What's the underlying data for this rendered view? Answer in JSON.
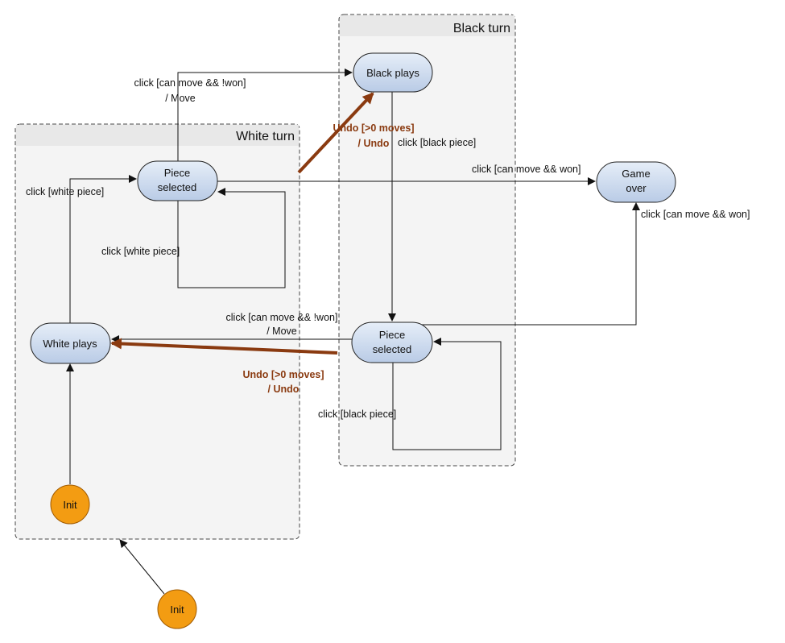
{
  "regions": {
    "white_turn": {
      "title": "White turn"
    },
    "black_turn": {
      "title": "Black turn"
    }
  },
  "states": {
    "black_plays": "Black plays",
    "white_piece_selected": [
      "Piece",
      "selected"
    ],
    "black_piece_selected": [
      "Piece",
      "selected"
    ],
    "white_plays": "White plays",
    "game_over": [
      "Game",
      "over"
    ],
    "init_inner": "Init",
    "init_outer": "Init"
  },
  "transitions": {
    "white_move": [
      "click [can move && !won]",
      "/ Move"
    ],
    "black_move": [
      "click [can move && !won]",
      "/ Move"
    ],
    "white_select": "click [white piece]",
    "white_reselect": "click [white piece]",
    "black_select": "click [black piece]",
    "black_reselect": "click [black piece]",
    "white_win": "click [can move && won]",
    "black_win": "click [can move && won]",
    "undo_white": [
      "Undo [>0 moves]",
      "/ Undo"
    ],
    "undo_black": [
      "Undo [>0 moves]",
      "/ Undo"
    ]
  },
  "colors": {
    "state_fill_top": "#e6eef8",
    "state_fill_bottom": "#b9cbe6",
    "init_fill": "#f39c12",
    "undo_arrow": "#8a3a10",
    "region_fill": "#f4f4f4",
    "region_header": "#e8e8e8"
  }
}
